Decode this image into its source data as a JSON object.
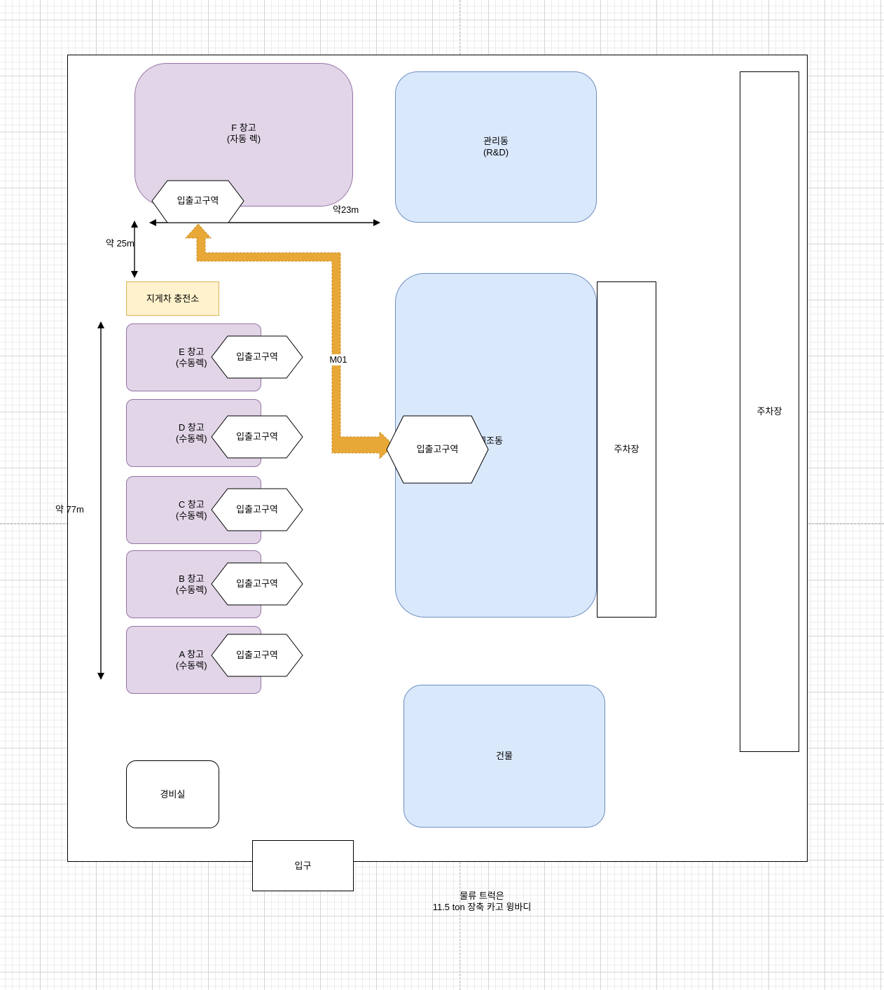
{
  "labels": {
    "f_warehouse": "F 창고\n(자동 렉)",
    "admin_building": "관리동\n(R&D)",
    "dock": "입출고구역",
    "forklift_charger": "지게차 충전소",
    "e_warehouse": "E 창고\n(수동렉)",
    "d_warehouse": "D 창고\n(수동렉)",
    "c_warehouse": "C 창고\n(수동렉)",
    "b_warehouse": "B 창고\n(수동렉)",
    "a_warehouse": "A 창고\n(수동렉)",
    "manufacturing_building": "제조동",
    "parking": "주차장",
    "building": "건물",
    "guard_room": "경비실",
    "entrance": "입구",
    "route": "M01",
    "dim_width": "약23m",
    "dim_25": "약 25m",
    "dim_77": "약 77m",
    "truck_note": "물류 트럭은\n11.5 ton 장축 카고 윙바디"
  },
  "colors": {
    "warehouse_fill": "#e1d5e7",
    "warehouse_stroke": "#9673a6",
    "building_fill": "#dae8fc",
    "building_stroke": "#6c8ebf",
    "charger_fill": "#fff2cc",
    "charger_stroke": "#d6b656",
    "route": "#e8a838"
  }
}
